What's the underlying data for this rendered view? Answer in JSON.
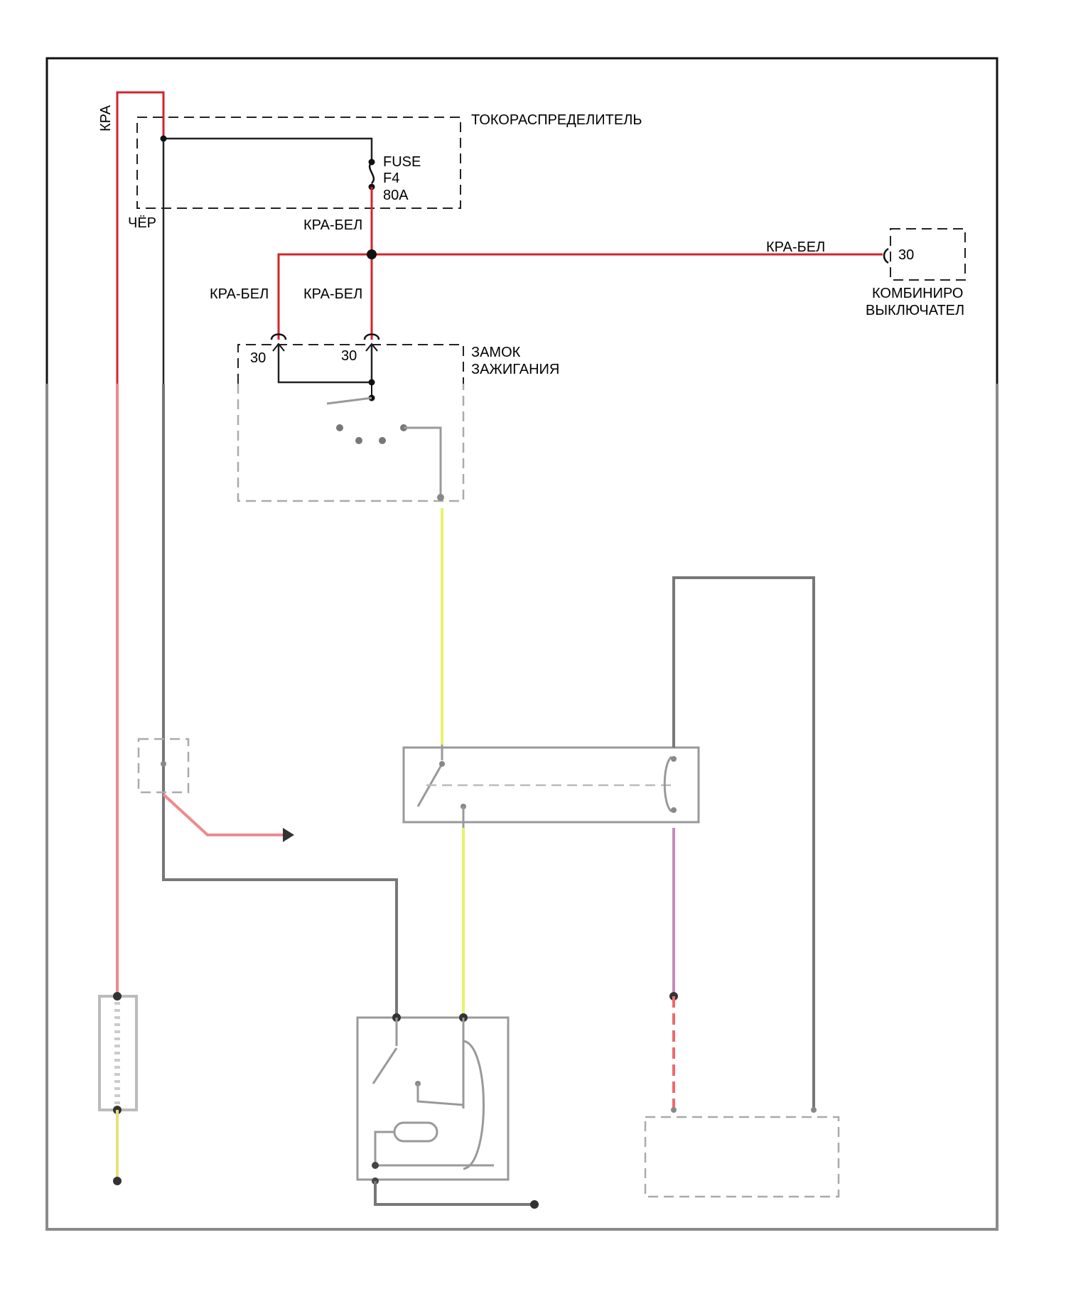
{
  "labels": {
    "kra": "КРА",
    "cher": "ЧЁР",
    "tokoraspredelitel": "ТОКОРАСПРЕДЕЛИТЕЛЬ",
    "fuse_line1": "FUSE",
    "fuse_line2": "F4",
    "fuse_line3": "80A",
    "kra_bel_1": "КРА-БЕЛ",
    "kra_bel_2": "КРА-БЕЛ",
    "kra_bel_3": "КРА-БЕЛ",
    "kra_bel_4": "КРА-БЕЛ",
    "pin_30_combi": "30",
    "kombiniro": "КОМБИНИРО",
    "vykluchatel": "ВЫКЛЮЧАТЕЛ",
    "pin_30_left": "30",
    "pin_30_right": "30",
    "zamok": "ЗАМОК",
    "zazhiganiya": "ЗАЖИГАНИЯ"
  },
  "colors": {
    "red_wire": "#d4232a",
    "black_wire": "#222222",
    "grey_wire": "#777777",
    "yellow_wire": "#eaf26a",
    "magenta_wire": "#c88ab8"
  }
}
